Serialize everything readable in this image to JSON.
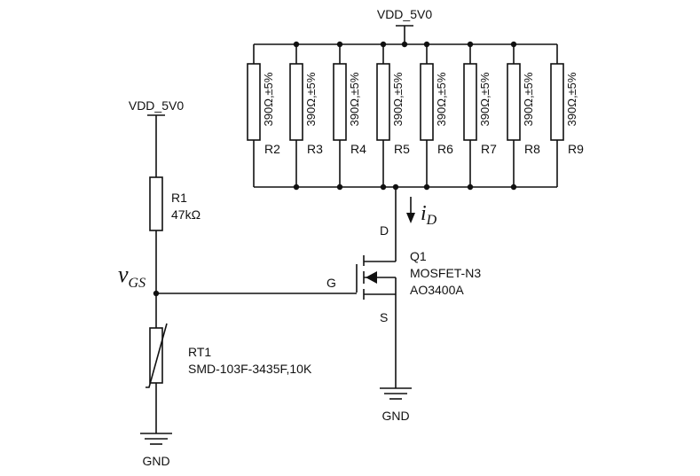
{
  "power": {
    "vdd_top": "VDD_5V0",
    "vdd_left": "VDD_5V0",
    "gnd_mosfet": "GND",
    "gnd_left": "GND"
  },
  "resistor_bank": [
    {
      "ref": "R2",
      "value": "390Ω,±5%"
    },
    {
      "ref": "R3",
      "value": "390Ω,±5%"
    },
    {
      "ref": "R4",
      "value": "390Ω,±5%"
    },
    {
      "ref": "R5",
      "value": "390Ω,±5%"
    },
    {
      "ref": "R6",
      "value": "390Ω,±5%"
    },
    {
      "ref": "R7",
      "value": "390Ω,±5%"
    },
    {
      "ref": "R8",
      "value": "390Ω,±5%"
    },
    {
      "ref": "R9",
      "value": "390Ω,±5%"
    }
  ],
  "r1": {
    "ref": "R1",
    "value": "47kΩ"
  },
  "rt1": {
    "ref": "RT1",
    "value": "SMD-103F-3435F,10K"
  },
  "q1": {
    "ref": "Q1",
    "type": "MOSFET-N3",
    "part": "AO3400A",
    "pin_d": "D",
    "pin_g": "G",
    "pin_s": "S"
  },
  "labels": {
    "id_main": "i",
    "id_sub": "D",
    "vgs_main": "v",
    "vgs_sub": "GS"
  }
}
